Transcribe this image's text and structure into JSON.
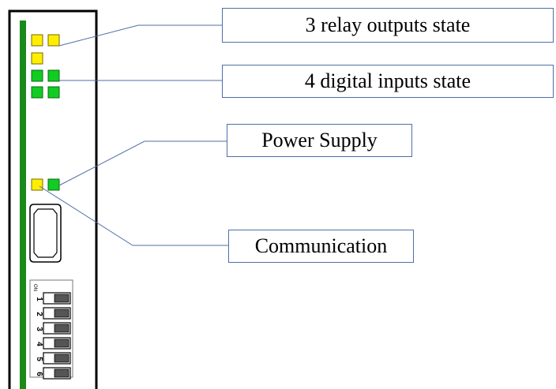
{
  "callouts": {
    "relay_outputs": "3 relay outputs state",
    "digital_inputs": "4 digital inputs state",
    "power_supply": "Power Supply",
    "communication": "Communication"
  },
  "dip_switch": {
    "on_label": "ON",
    "position_labels": [
      "1",
      "2",
      "3",
      "4",
      "5",
      "6"
    ]
  },
  "colors": {
    "led_yellow": "#ffee00",
    "led_green": "#11cc22",
    "side_strip": "#1a8a1a",
    "leader_line": "#4f6fa6",
    "device_outline": "#000000"
  }
}
